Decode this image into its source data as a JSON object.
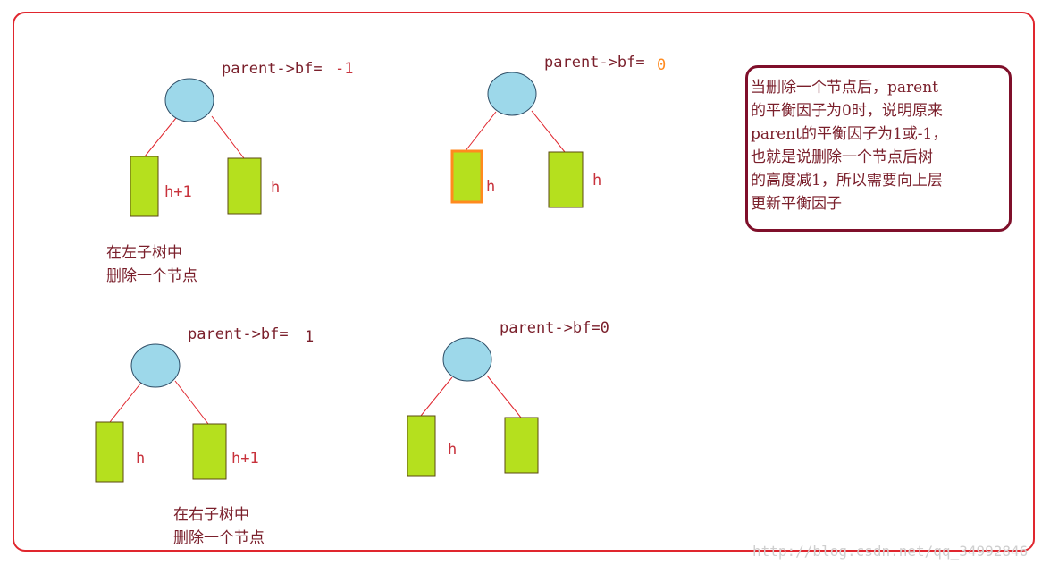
{
  "colors": {
    "frame_border": "#e0262e",
    "node_fill": "#9dd8ea",
    "subtree_fill": "#b5e01e",
    "highlight_border": "#ff8a1f",
    "edge": "#e0262e",
    "text": "#7a1f2b",
    "note_border": "#7f0f2a"
  },
  "diagrams": [
    {
      "bf_label": "parent->bf=",
      "bf_value": "-1",
      "left_h": "h+1",
      "right_h": "h",
      "caption_line1": "在左子树中",
      "caption_line2": "删除一个节点"
    },
    {
      "bf_label": "parent->bf=",
      "bf_value": "0",
      "left_h": "h",
      "right_h": "h"
    },
    {
      "bf_label": "parent->bf=",
      "bf_value": "1",
      "left_h": "h",
      "right_h": "h+1",
      "caption_line1": "在右子树中",
      "caption_line2": "删除一个节点"
    },
    {
      "bf_label": "parent->bf=0",
      "left_h": "h"
    }
  ],
  "note_lines": [
    "当删除一个节点后，parent",
    "的平衡因子为0时，说明原来",
    "parent的平衡因子为1或-1，",
    "也就是说删除一个节点后树",
    "的高度减1，所以需要向上层",
    "更新平衡因子"
  ],
  "watermark": "http://blog.csdn.net/qq_34992846"
}
